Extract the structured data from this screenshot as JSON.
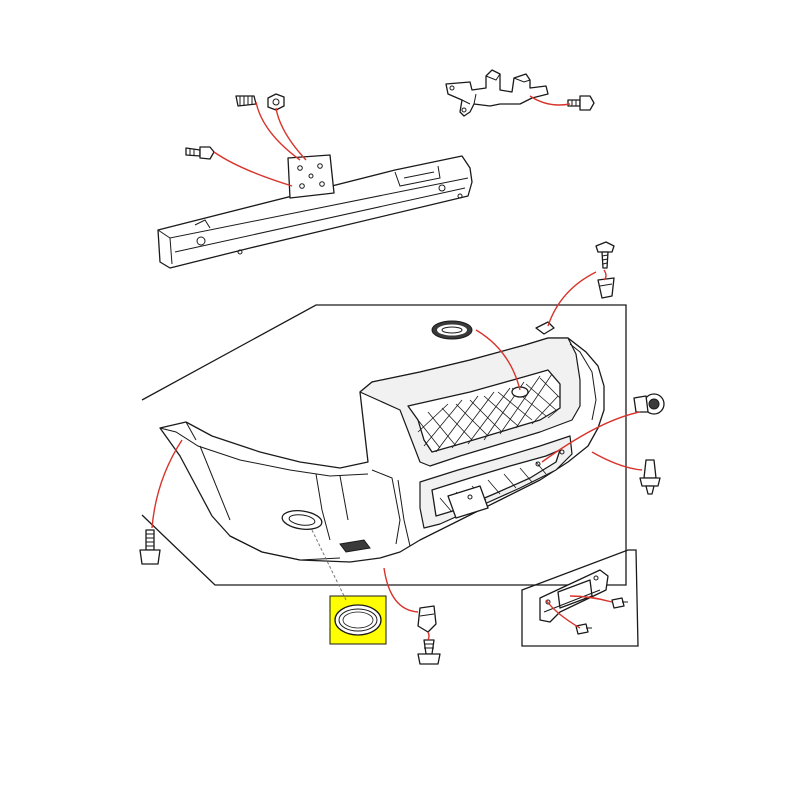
{
  "diagram": {
    "highlight_color": "#ffff00",
    "leader_color": "#d8342c",
    "line_color": "#1a1a1a",
    "parts": [
      {
        "id": "bumper-cover",
        "icon": "bumper-icon"
      },
      {
        "id": "reinforcement-beam",
        "icon": "beam-icon"
      },
      {
        "id": "mounting-plate",
        "icon": "plate-icon"
      },
      {
        "id": "upper-bracket",
        "icon": "bracket-icon"
      },
      {
        "id": "grille-badge",
        "icon": "badge-icon"
      },
      {
        "id": "fog-lamp-bezel-ring",
        "icon": "ring-icon",
        "highlighted": true
      },
      {
        "id": "number-plate-bracket",
        "icon": "plate-bracket-icon"
      },
      {
        "id": "parking-sensor",
        "icon": "sensor-icon"
      },
      {
        "id": "bolts",
        "icon": "bolt-icon"
      },
      {
        "id": "clips",
        "icon": "clip-icon"
      }
    ]
  }
}
